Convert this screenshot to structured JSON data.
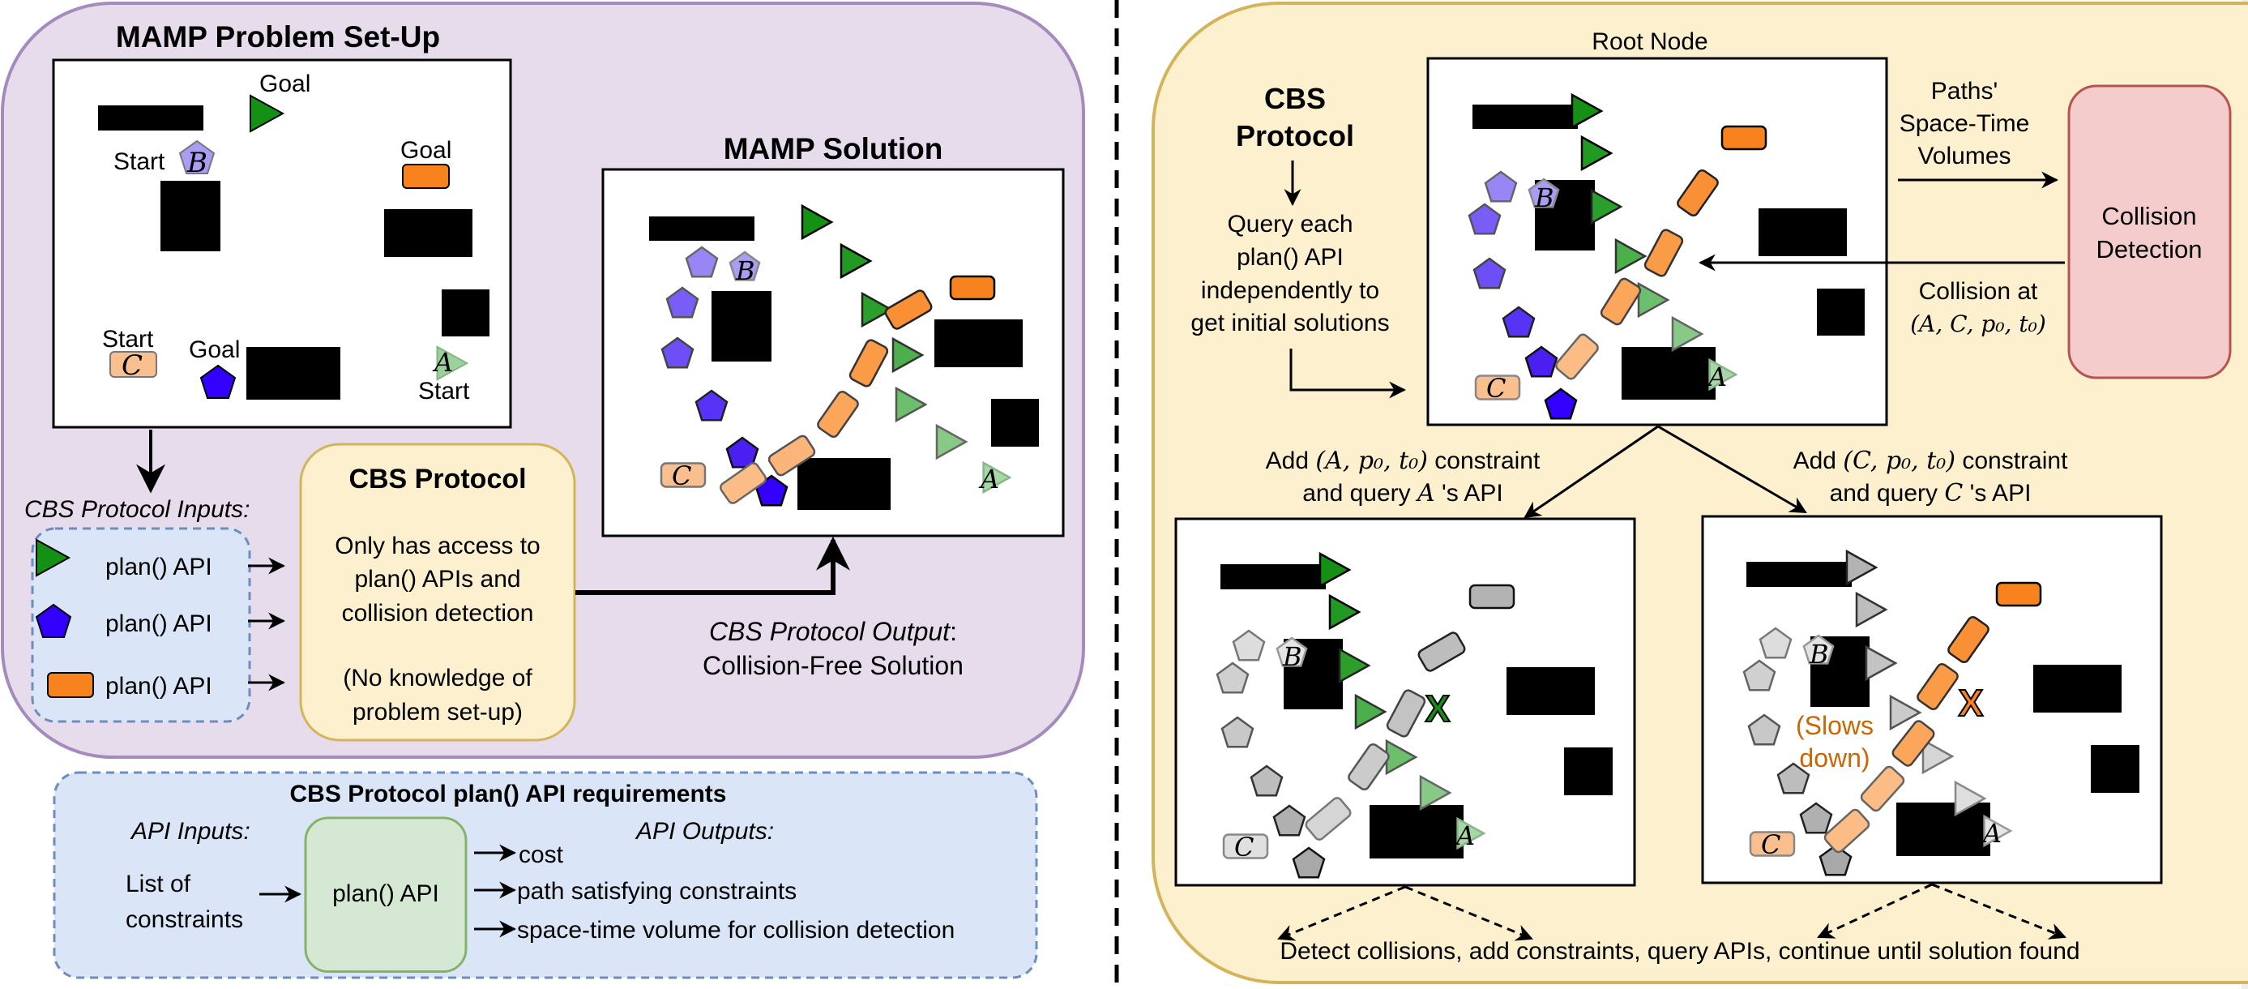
{
  "colors": {
    "problem_panel_fill": "#e6dcec",
    "problem_panel_stroke": "#a58bbd",
    "protocol_panel_fill": "#fdf0cf",
    "protocol_panel_stroke": "#d4b45a",
    "cbs_box_fill": "#fdf0cf",
    "cbs_box_stroke": "#d4b45a",
    "inputs_box_fill": "#dae6f8",
    "inputs_box_stroke": "#6c8ebf",
    "plan_box_fill": "#d5e8d4",
    "plan_box_stroke": "#82b366",
    "collision_box_fill": "#f5cccc",
    "collision_box_stroke": "#b85450",
    "agent_A_green": "#149014",
    "agent_B_blue": "#3300ff",
    "agent_C_orange": "#f8821e",
    "slows_down_text": "#cc6600",
    "inactive_gray": "#b3b3b3"
  },
  "left": {
    "problem_title": "MAMP Problem Set-Up",
    "map_labels": {
      "goal_a": "Goal",
      "goal_c": "Goal",
      "goal_b": "Goal",
      "start_b": "Start",
      "start_c": "Start",
      "start_a": "Start",
      "agent_a": "A",
      "agent_b": "B",
      "agent_c": "C"
    },
    "inputs_title": "CBS Protocol Inputs:",
    "inputs": [
      {
        "icon": "green-triangle",
        "label": "plan() API"
      },
      {
        "icon": "blue-pentagon",
        "label": "plan() API"
      },
      {
        "icon": "orange-rectangle",
        "label": "plan() API"
      }
    ],
    "cbs_box": {
      "title": "CBS Protocol",
      "line1": "Only has access to",
      "line2": "plan() APIs and",
      "line3": "collision detection",
      "line4": "(No knowledge of",
      "line5": "problem set-up)"
    },
    "solution_title": "MAMP Solution",
    "solution_labels": {
      "agent_a": "A",
      "agent_b": "B",
      "agent_c": "C"
    },
    "output_label_italic": "CBS Protocol Output",
    "output_label_colon": ":",
    "output_value": "Collision-Free Solution"
  },
  "api_requirements": {
    "title": "CBS Protocol plan() API requirements",
    "inputs_title": "API Inputs:",
    "outputs_title": "API Outputs:",
    "input_line1": "List of",
    "input_line2": "constraints",
    "box_label": "plan() API",
    "outputs": [
      "cost",
      "path satisfying constraints",
      "space-time volume for collision detection"
    ]
  },
  "right": {
    "cbs_title_line1": "CBS",
    "cbs_title_line2": "Protocol",
    "query_lines": [
      "Query each",
      "plan() API",
      "independently to",
      "get initial solutions"
    ],
    "root_node_label": "Root Node",
    "volumes_label": [
      "Paths'",
      "Space-Time",
      "Volumes"
    ],
    "collision_box": [
      "Collision",
      "Detection"
    ],
    "collision_at_label": "Collision at",
    "collision_at_math": "(A, C, p₀, t₀)",
    "branch_left": {
      "line1_pre": "Add ",
      "line1_math": "(A, p₀, t₀)",
      "line1_post": " constraint",
      "line2_pre": "and query ",
      "line2_math": "A",
      "line2_post": " 's API"
    },
    "branch_right": {
      "line1_pre": "Add ",
      "line1_math": "(C, p₀, t₀)",
      "line1_post": " constraint",
      "line2_pre": "and query ",
      "line2_math": "C",
      "line2_post": " 's API"
    },
    "collision_mark": "X",
    "slows_down": [
      "(Slows",
      "down)"
    ],
    "node_labels": {
      "agent_a": "A",
      "agent_b": "B",
      "agent_c": "C"
    },
    "footer": "Detect collisions, add constraints, query APIs, continue until solution found"
  }
}
